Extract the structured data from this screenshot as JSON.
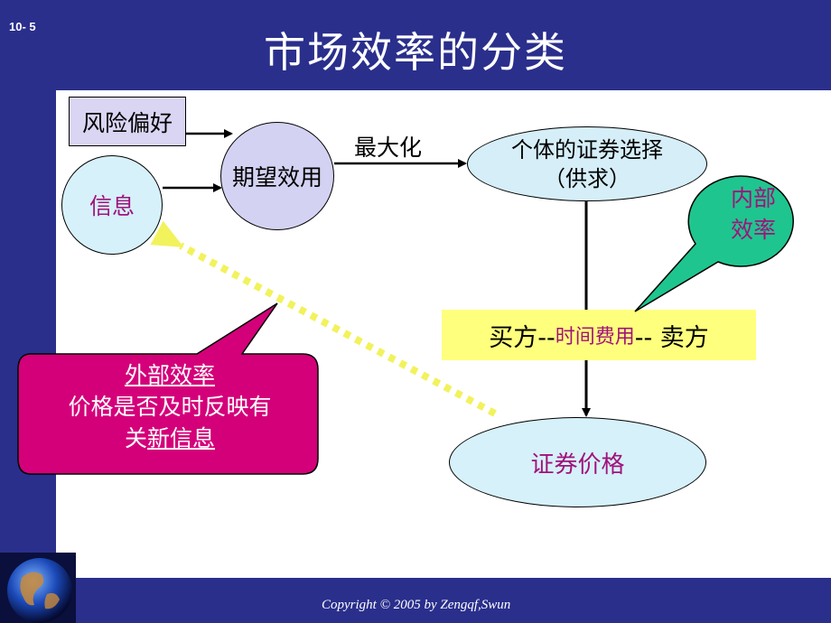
{
  "slide_number": "10- 5",
  "title": "市场效率的分类",
  "nodes": {
    "risk_preference": "风险偏好",
    "information": "信息",
    "expected_utility": "期望效用",
    "individual_choice_line1": "个体的证券选择",
    "individual_choice_line2": "（供求）",
    "security_price": "证券价格"
  },
  "edge_labels": {
    "maximize": "最大化"
  },
  "trade_bar": {
    "buyer": "买方--",
    "cost": "时间费用",
    "seller": "-- 卖方"
  },
  "callouts": {
    "internal_efficiency_line1": "内部",
    "internal_efficiency_line2": "效率",
    "external_efficiency_title": "外部效率",
    "external_efficiency_line2": "价格是否及时反映有",
    "external_efficiency_line3_a": "关",
    "external_efficiency_line3_b": "新信息"
  },
  "footer": {
    "copyright": "Copyright © 2005 by Zengqf,Swun"
  },
  "colors": {
    "background": "#2a2f8c",
    "magenta_text": "#a0137b",
    "external_callout": "#d4007a",
    "internal_callout": "#1fc58f",
    "trade_bar": "#ffff7e",
    "dotted_arrow": "#f2f25c"
  }
}
